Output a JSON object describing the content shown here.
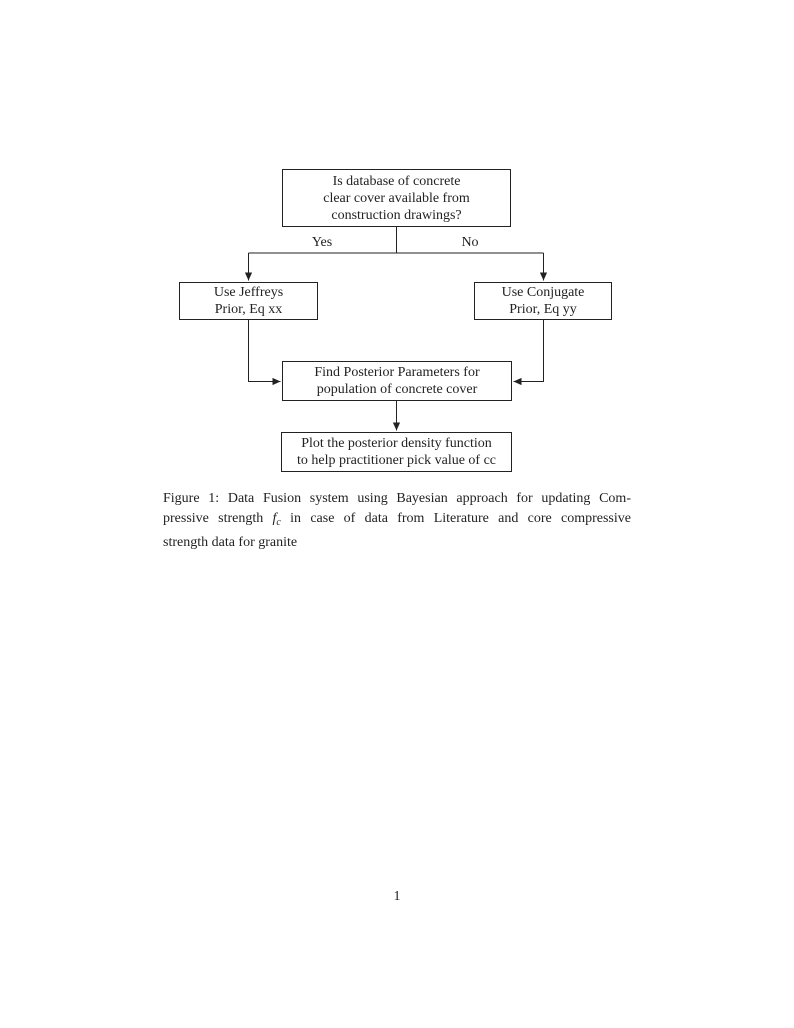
{
  "colors": {
    "ink": "#222222",
    "paper": "#ffffff"
  },
  "flowchart": {
    "nodes": {
      "decision": {
        "lines": [
          "Is database of concrete",
          "clear cover available from",
          "construction drawings?"
        ]
      },
      "jeffreys_prior": {
        "lines": [
          "Use Jeffreys",
          "Prior, Eq xx"
        ]
      },
      "conjugate_prior": {
        "lines": [
          "Use Conjugate",
          "Prior, Eq yy"
        ]
      },
      "find_posterior": {
        "lines": [
          "Find Posterior Parameters for",
          "population of concrete cover"
        ]
      },
      "plot_posterior": {
        "lines": [
          "Plot the posterior density function",
          "to help practitioner pick value of cc"
        ]
      }
    },
    "branch_labels": {
      "yes": "Yes",
      "no": "No"
    }
  },
  "caption": {
    "line1": "Figure 1: Data Fusion system using Bayesian approach for updating Com-",
    "line2_pre": "pressive strength ",
    "symbol_base": "f",
    "symbol_sub": "c",
    "line2_post": " in case of data from Literature and core compressive",
    "line3": "strength data for granite"
  },
  "page": {
    "number": "1"
  }
}
